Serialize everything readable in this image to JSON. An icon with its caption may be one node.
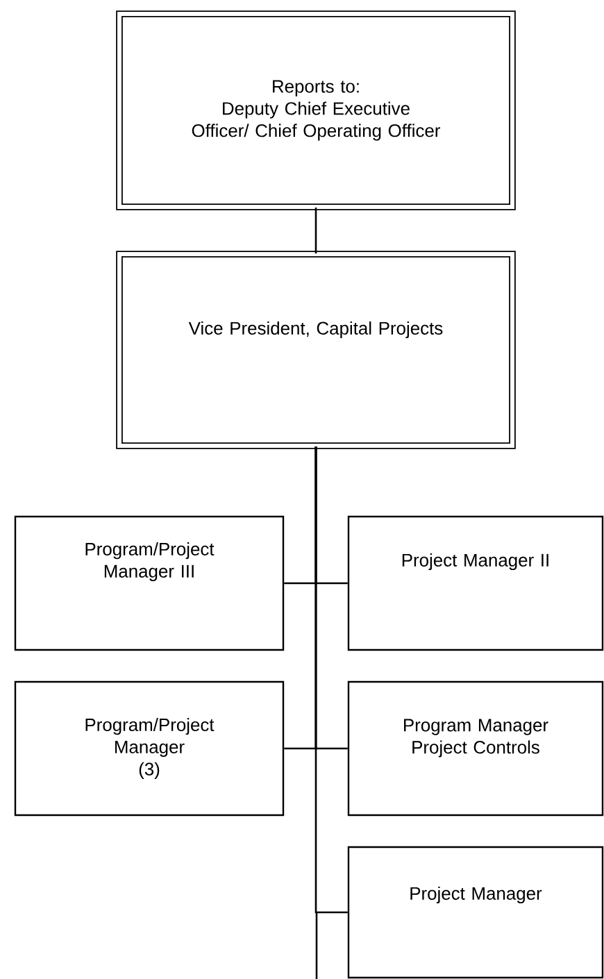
{
  "diagram": {
    "nodes": [
      {
        "text": [
          "Reports to:",
          "Deputy Chief Executive Officer/ Chief Operating Officer"
        ]
      },
      {
        "text": [
          "Vice President, Capital Projects"
        ]
      },
      {
        "text": [
          "Program/Project Manager III"
        ]
      },
      {
        "text": [
          "Project Manager II"
        ]
      },
      {
        "text": [
          "Program/Project Manager",
          "(3)"
        ]
      },
      {
        "text": [
          "Program Manager Project Controls"
        ]
      },
      {
        "text": [
          "Project Manager"
        ]
      }
    ],
    "edges": [
      {
        "from": 0,
        "to": 1,
        "arrow": "none"
      },
      {
        "from": 1,
        "to": 2,
        "arrow": "none"
      },
      {
        "from": 1,
        "to": 3,
        "arrow": "none"
      },
      {
        "from": 1,
        "to": 4,
        "arrow": "none"
      },
      {
        "from": 1,
        "to": 5,
        "arrow": "none"
      },
      {
        "from": 1,
        "to": 6,
        "arrow": "none"
      }
    ]
  }
}
